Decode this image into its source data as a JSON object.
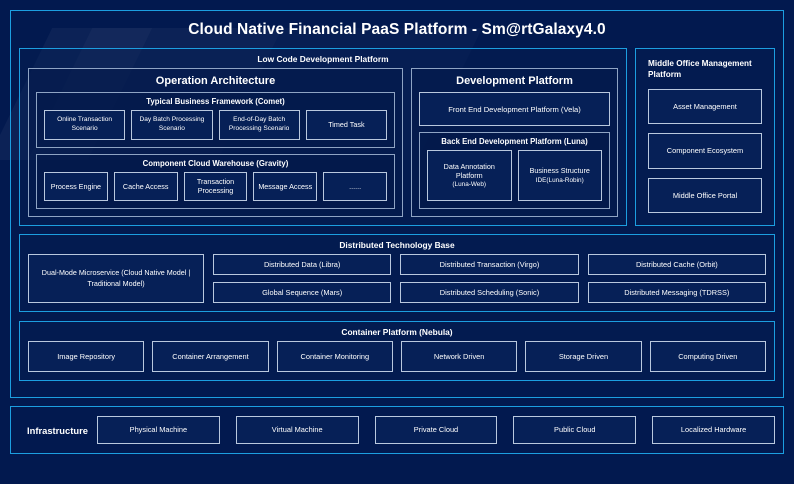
{
  "title": "Cloud Native Financial PaaS Platform - Sm@rtGalaxy4.0",
  "colors": {
    "background": "#02194f",
    "accent_border": "#1c9ee0",
    "group_border": "#8fa4c4",
    "chip_border": "#b9c8de",
    "chip_fill": "#062057",
    "text": "#ffffff"
  },
  "low_code": {
    "title": "Low Code Development Platform",
    "operation_architecture": {
      "title": "Operation Architecture",
      "comet": {
        "title": "Typical Business Framework (Comet)",
        "items": [
          "Online Transaction Scenario",
          "Day Batch Processing Scenario",
          "End-of-Day Batch Processing Scenario",
          "Timed Task"
        ]
      },
      "gravity": {
        "title": "Component Cloud Warehouse (Gravity)",
        "items": [
          "Process Engine",
          "Cache Access",
          "Transaction Processing",
          "Message Access",
          "......"
        ]
      }
    },
    "development_platform": {
      "title": "Development Platform",
      "front_end": "Front End Development Platform (Vela)",
      "back_end": {
        "title": "Back End Development Platform (Luna)",
        "items": [
          {
            "name": "Data Annotation Platform",
            "code": "(Luna-Web)"
          },
          {
            "name": "Business Structure",
            "code": "IDE(Luna-Robin)"
          }
        ]
      }
    }
  },
  "middle_office": {
    "title": "Middle Office Management Platform",
    "items": [
      "Asset Management",
      "Component Ecosystem",
      "Middle Office Portal"
    ]
  },
  "distributed_technology_base": {
    "title": "Distributed Technology Base",
    "wide_item": "Dual-Mode Microservice (Cloud Native Model | Traditional Model)",
    "columns": [
      {
        "top": "Distributed Data (Libra)",
        "bottom": "Global Sequence (Mars)"
      },
      {
        "top": "Distributed Transaction (Virgo)",
        "bottom": "Distributed Scheduling (Sonic)"
      },
      {
        "top": "Distributed Cache (Orbit)",
        "bottom": "Distributed Messaging (TDRSS)"
      }
    ]
  },
  "container_platform": {
    "title": "Container Platform (Nebula)",
    "items": [
      "Image Repository",
      "Container Arrangement",
      "Container Monitoring",
      "Network Driven",
      "Storage Driven",
      "Computing Driven"
    ]
  },
  "infrastructure": {
    "label": "Infrastructure",
    "items": [
      "Physical Machine",
      "Virtual Machine",
      "Private Cloud",
      "Public Cloud",
      "Localized Hardware"
    ]
  }
}
